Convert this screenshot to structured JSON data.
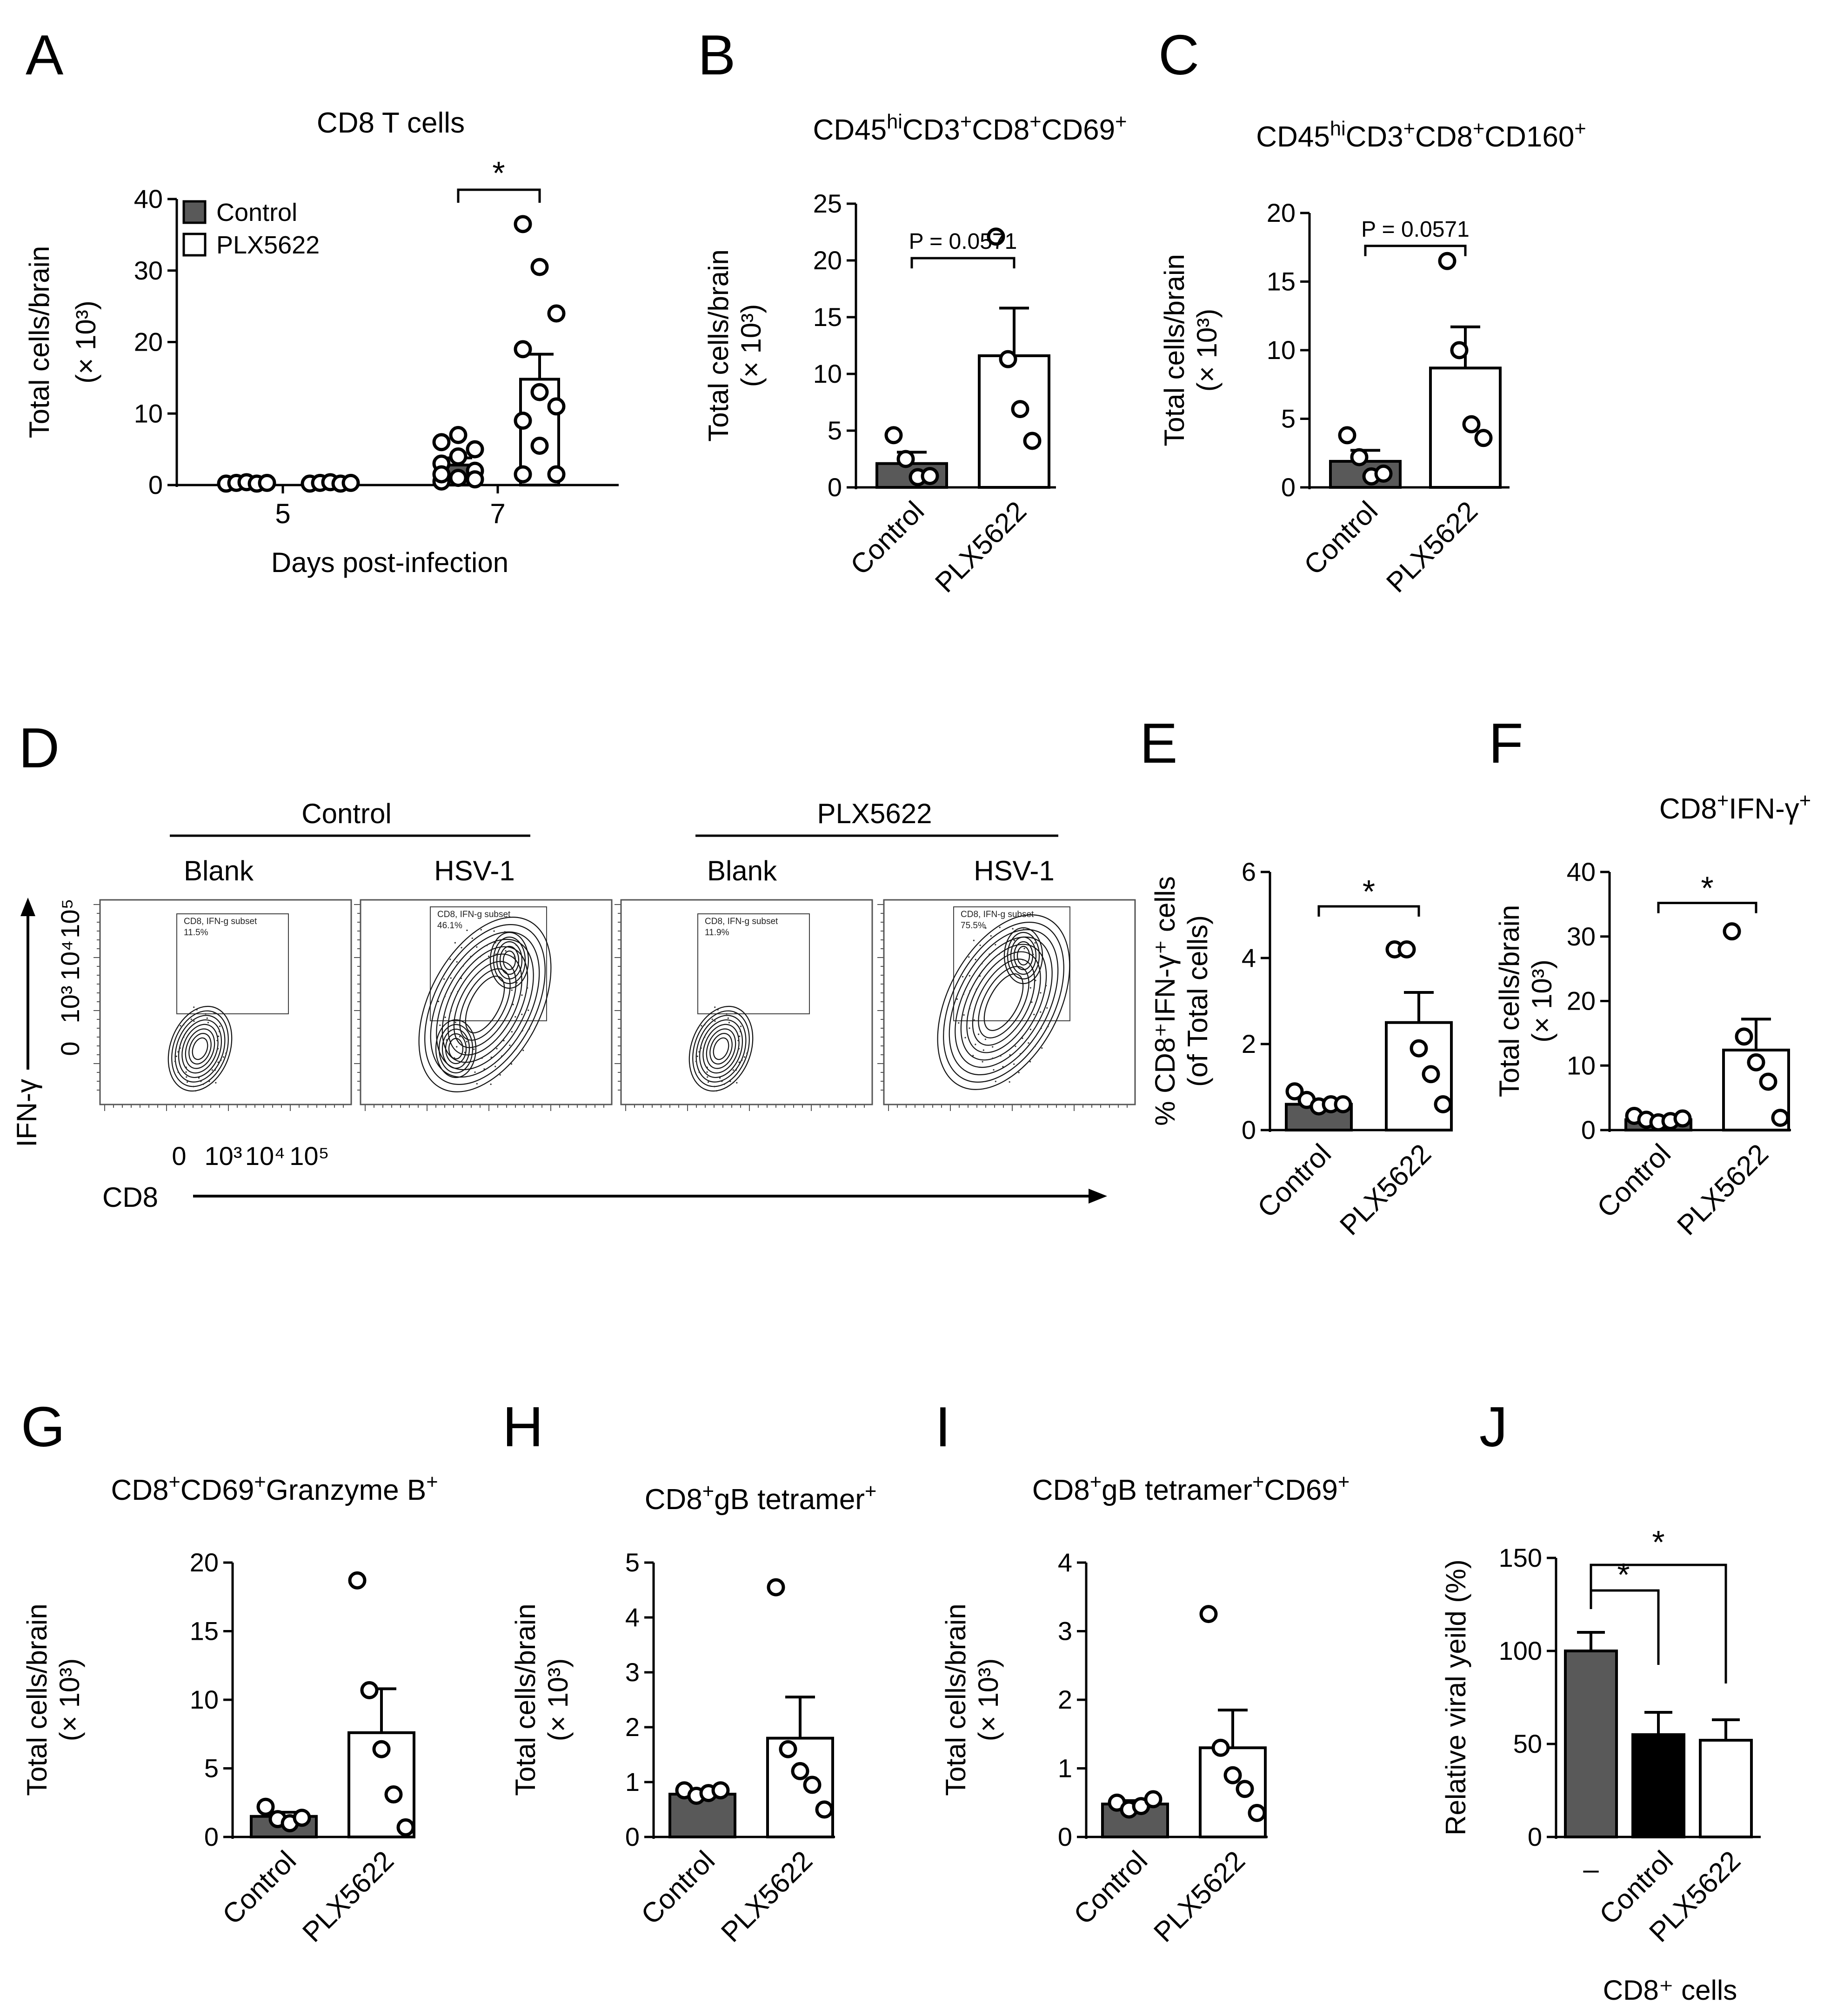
{
  "panel_letters": [
    "A",
    "B",
    "C",
    "D",
    "E",
    "F",
    "G",
    "H",
    "I",
    "J"
  ],
  "colors": {
    "control": "#595959",
    "plx": "#ffffff",
    "cd8_control": "#000000",
    "axis": "#000000"
  },
  "chart_data": [
    {
      "id": "A",
      "type": "bar",
      "title": "CD8 T cells",
      "xlabel": "Days post-infection",
      "ylabel": "Total cells/brain",
      "ylabel2": "(× 10³)",
      "categories": [
        "5",
        "7"
      ],
      "ylim": [
        0,
        40
      ],
      "yticks": [
        "0",
        "10",
        "20",
        "30",
        "40"
      ],
      "legend": [
        "Control",
        "PLX5622"
      ],
      "series": [
        {
          "name": "Control",
          "values": [
            0.3,
            2.8
          ],
          "errors": [
            0.1,
            1.0
          ],
          "points": [
            [
              0.2,
              0.3,
              0.4,
              0.2,
              0.3
            ],
            [
              0.5,
              1.0,
              2.0,
              3.0,
              4.0,
              5.0,
              6.0,
              7.0,
              0.8,
              1.5
            ]
          ]
        },
        {
          "name": "PLX5622",
          "values": [
            0.3,
            14.8
          ],
          "errors": [
            0.1,
            3.5
          ],
          "points": [
            [
              0.2,
              0.3,
              0.4,
              0.2,
              0.3
            ],
            [
              36.5,
              30.5,
              24,
              19,
              13,
              11,
              9,
              5.5,
              1.5,
              1.5
            ]
          ]
        }
      ],
      "annotation": "*"
    },
    {
      "id": "B",
      "type": "bar",
      "title": "CD45hiCD3+CD8+CD69+",
      "title_parts": [
        "CD45",
        "hi",
        "CD3",
        "+",
        "CD8",
        "+",
        "CD69",
        "+"
      ],
      "ylabel": "Total cells/brain",
      "ylabel2": "(× 10³)",
      "categories": [
        "Control",
        "PLX5622"
      ],
      "ylim": [
        0,
        25
      ],
      "yticks": [
        "0",
        "5",
        "10",
        "15",
        "20",
        "25"
      ],
      "values": [
        2.1,
        11.6
      ],
      "errors": [
        1.0,
        4.2
      ],
      "points": [
        [
          4.6,
          2.5,
          0.9,
          1.0
        ],
        [
          22.1,
          11.3,
          6.9,
          4.1
        ]
      ],
      "annotation": "P = 0.0571"
    },
    {
      "id": "C",
      "type": "bar",
      "title": "CD45hiCD3+CD8+CD160+",
      "title_parts": [
        "CD45",
        "hi",
        "CD3",
        "+",
        "CD8",
        "+",
        "CD160",
        "+"
      ],
      "ylabel": "Total cells/brain",
      "ylabel2": "(× 10³)",
      "categories": [
        "Control",
        "PLX5622"
      ],
      "ylim": [
        0,
        20
      ],
      "yticks": [
        "0",
        "5",
        "10",
        "15",
        "20"
      ],
      "values": [
        1.9,
        8.7
      ],
      "errors": [
        0.8,
        3.0
      ],
      "points": [
        [
          3.8,
          2.2,
          0.8,
          1.0
        ],
        [
          16.5,
          10.0,
          4.6,
          3.6
        ]
      ],
      "annotation": "P = 0.0571"
    },
    {
      "id": "E",
      "type": "bar",
      "ylabel": "% CD8⁺IFN-γ⁺ cells",
      "ylabel2": "(of Total cells)",
      "categories": [
        "Control",
        "PLX5622"
      ],
      "ylim": [
        0,
        6
      ],
      "yticks": [
        "0",
        "2",
        "4",
        "6"
      ],
      "values": [
        0.6,
        2.5
      ],
      "errors": [
        0.1,
        0.7
      ],
      "points": [
        [
          0.9,
          0.7,
          0.55,
          0.6,
          0.6
        ],
        [
          4.2,
          4.2,
          1.9,
          1.3,
          0.6
        ]
      ],
      "annotation": "*"
    },
    {
      "id": "F",
      "type": "bar",
      "title": "CD8+IFN-γ+",
      "title_parts": [
        "CD8",
        "+",
        "IFN-γ",
        "+"
      ],
      "ylabel": "Total cells/brain",
      "ylabel2": "(× 10³)",
      "categories": [
        "Control",
        "PLX5622"
      ],
      "ylim": [
        0,
        40
      ],
      "yticks": [
        "0",
        "10",
        "20",
        "30",
        "40"
      ],
      "values": [
        1.6,
        12.4
      ],
      "errors": [
        0.5,
        4.8
      ],
      "points": [
        [
          2.2,
          1.6,
          1.2,
          1.4,
          1.8
        ],
        [
          30.8,
          14.5,
          10.5,
          7.5,
          1.9
        ]
      ],
      "annotation": "*"
    },
    {
      "id": "G",
      "type": "bar",
      "title": "CD8+CD69+Granzyme B+",
      "title_parts": [
        "CD8",
        "+",
        "CD69",
        "+",
        "Granzyme B",
        "+"
      ],
      "ylabel": "Total cells/brain",
      "ylabel2": "(× 10³)",
      "categories": [
        "Control",
        "PLX5622"
      ],
      "ylim": [
        0,
        20
      ],
      "yticks": [
        "0",
        "5",
        "10",
        "15",
        "20"
      ],
      "values": [
        1.5,
        7.6
      ],
      "errors": [
        0.3,
        3.2
      ],
      "points": [
        [
          2.2,
          1.3,
          1.0,
          1.4
        ],
        [
          18.7,
          10.7,
          6.4,
          3.1,
          0.7
        ]
      ]
    },
    {
      "id": "H",
      "type": "bar",
      "title": "CD8+gB tetramer+",
      "title_parts": [
        "CD8",
        "+",
        "gB tetramer",
        "+"
      ],
      "ylabel": "Total cells/brain",
      "ylabel2": "(× 10³)",
      "categories": [
        "Control",
        "PLX5622"
      ],
      "ylim": [
        0,
        5
      ],
      "yticks": [
        "0",
        "1",
        "2",
        "3",
        "4",
        "5"
      ],
      "values": [
        0.78,
        1.8
      ],
      "errors": [
        0.05,
        0.75
      ],
      "points": [
        [
          0.85,
          0.75,
          0.8,
          0.85
        ],
        [
          4.55,
          1.6,
          1.2,
          0.95,
          0.5
        ]
      ]
    },
    {
      "id": "I",
      "type": "bar",
      "title": "CD8+gB tetramer+CD69+",
      "title_parts": [
        "CD8",
        "+",
        "gB tetramer",
        "+",
        "CD69",
        "+"
      ],
      "ylabel": "Total cells/brain",
      "ylabel2": "(× 10³)",
      "categories": [
        "Control",
        "PLX5622"
      ],
      "ylim": [
        0,
        4
      ],
      "yticks": [
        "0",
        "1",
        "2",
        "3",
        "4"
      ],
      "values": [
        0.48,
        1.3
      ],
      "errors": [
        0.05,
        0.55
      ],
      "points": [
        [
          0.5,
          0.4,
          0.45,
          0.55
        ],
        [
          3.25,
          1.3,
          0.9,
          0.7,
          0.35
        ]
      ]
    },
    {
      "id": "J",
      "type": "bar",
      "ylabel": "Relative viral yeild (%)",
      "xlabel": "CD8⁺ cells",
      "categories": [
        "–",
        "Control",
        "PLX5622"
      ],
      "ylim": [
        0,
        150
      ],
      "yticks": [
        "0",
        "50",
        "100",
        "150"
      ],
      "values": [
        100,
        55,
        52
      ],
      "errors": [
        10,
        12,
        11
      ],
      "annotation": "*"
    }
  ],
  "facs": {
    "panel": "D",
    "groups": [
      "Control",
      "PLX5622"
    ],
    "conditions": [
      "Blank",
      "HSV-1",
      "Blank",
      "HSV-1"
    ],
    "gate_label": "CD8, IFN-g subset",
    "gate_percents": [
      "11.5%",
      "46.1%",
      "11.9%",
      "75.5%"
    ],
    "y_axis": "IFN-γ",
    "x_axis": "CD8",
    "y_ticks": [
      "0",
      "10³",
      "10⁴",
      "10⁵"
    ],
    "x_ticks": [
      "0",
      "10³",
      "10⁴",
      "10⁵"
    ]
  }
}
